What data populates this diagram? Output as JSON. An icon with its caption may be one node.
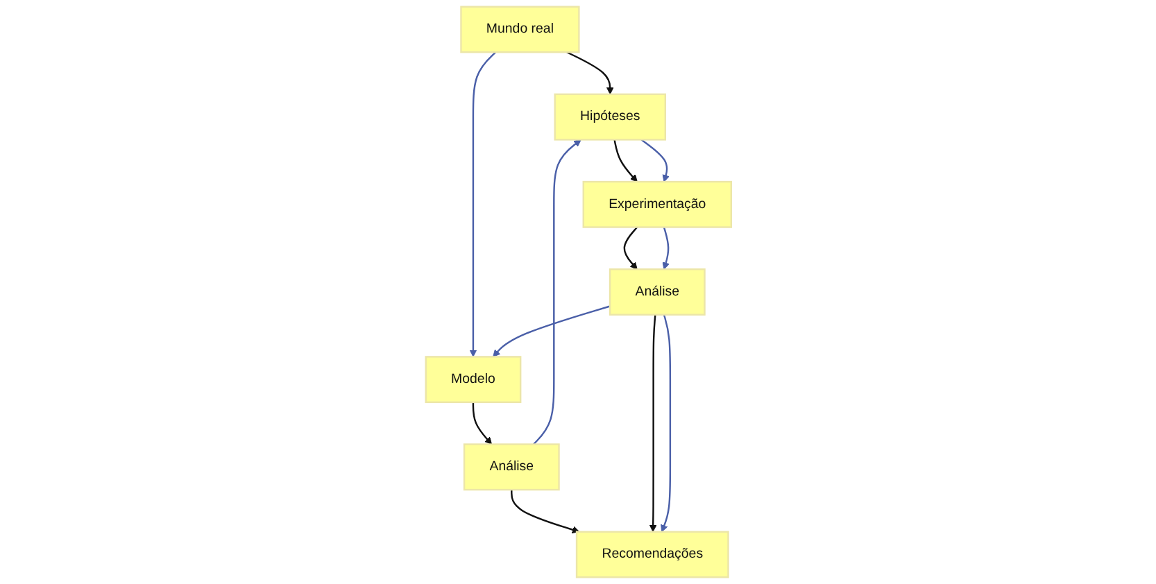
{
  "diagram": {
    "nodes": [
      {
        "text": [
          "Mundo real"
        ]
      },
      {
        "text": [
          "Hipóteses"
        ]
      },
      {
        "text": [
          "Experimentação"
        ]
      },
      {
        "text": [
          "Análise"
        ]
      },
      {
        "text": [
          "Modelo"
        ]
      },
      {
        "text": [
          "Análise"
        ]
      },
      {
        "text": [
          "Recomendações"
        ]
      }
    ],
    "edges": [
      {
        "from": 0,
        "to": 1,
        "arrow": "to"
      },
      {
        "from": 1,
        "to": 2,
        "arrow": "to"
      },
      {
        "from": 1,
        "to": 2,
        "arrow": "to",
        "color": "#4a5fa8"
      },
      {
        "from": 2,
        "to": 3,
        "arrow": "to"
      },
      {
        "from": 2,
        "to": 3,
        "arrow": "to",
        "color": "#4a5fa8"
      },
      {
        "from": 0,
        "to": 4,
        "arrow": "to",
        "color": "#4a5fa8"
      },
      {
        "from": 5,
        "to": 1,
        "arrow": "to",
        "color": "#4a5fa8"
      },
      {
        "from": 3,
        "to": 4,
        "arrow": "to",
        "color": "#4a5fa8"
      },
      {
        "from": 4,
        "to": 5,
        "arrow": "to"
      },
      {
        "from": 5,
        "to": 6,
        "arrow": "to"
      },
      {
        "from": 3,
        "to": 6,
        "arrow": "to"
      },
      {
        "from": 3,
        "to": 6,
        "arrow": "to",
        "color": "#4a5fa8"
      }
    ]
  }
}
